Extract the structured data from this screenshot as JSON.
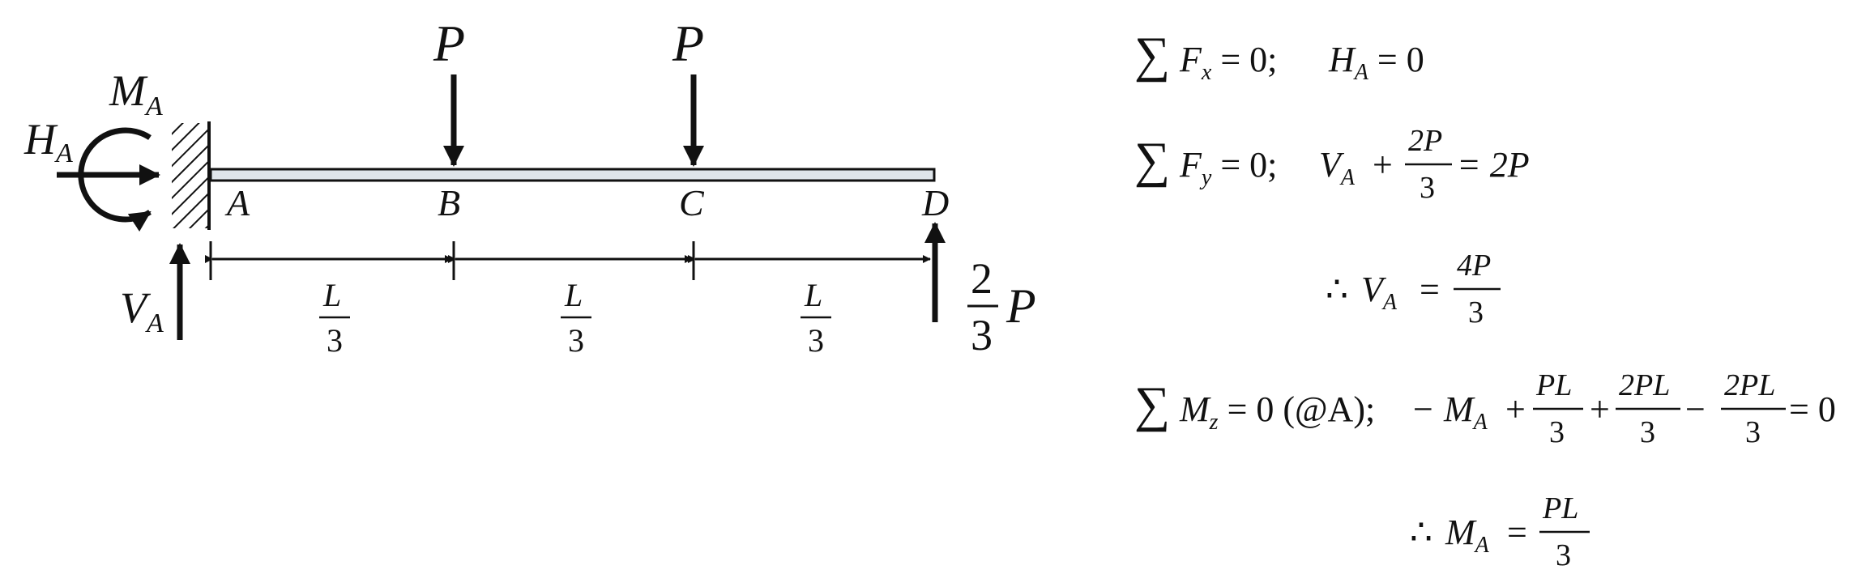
{
  "diagram": {
    "points": {
      "A": "A",
      "B": "B",
      "C": "C",
      "D": "D"
    },
    "loads": {
      "P_at_B": "P",
      "P_at_C": "P"
    },
    "reactions": {
      "H_A": {
        "main": "H",
        "sub": "A"
      },
      "V_A": {
        "main": "V",
        "sub": "A"
      },
      "M_A": {
        "main": "M",
        "sub": "A"
      },
      "D_reaction": {
        "num": "2",
        "den": "3",
        "var": "P"
      }
    },
    "spans": [
      {
        "num": "L",
        "den": "3"
      },
      {
        "num": "L",
        "den": "3"
      },
      {
        "num": "L",
        "den": "3"
      }
    ]
  },
  "equations": {
    "eq1": {
      "sigma": "∑",
      "var": "F",
      "sub": "x",
      "rest1": " = 0;",
      "h": "H",
      "hsub": "A",
      "rest2": " = 0"
    },
    "eq2": {
      "sigma": "∑",
      "var": "F",
      "sub": "y",
      "rest1": " = 0;",
      "v": "V",
      "vsub": "A",
      "plus": "+",
      "frac_num": "2P",
      "frac_den": "3",
      "rhs": "= 2P"
    },
    "eq3": {
      "therefore": "∴",
      "v": "V",
      "vsub": "A",
      "eq": "=",
      "frac_num": "4P",
      "frac_den": "3"
    },
    "eq4": {
      "sigma": "∑",
      "var": "M",
      "sub": "z",
      "rest1": " = 0 (@A);",
      "minus": "−",
      "m": "M",
      "msub": "A",
      "plus1": "+",
      "f1_num": "PL",
      "f1_den": "3",
      "plus2": "+",
      "f2_num": "2PL",
      "f2_den": "3",
      "minus2": "−",
      "f3_num": "2PL",
      "f3_den": "3",
      "rhs": "= 0"
    },
    "eq5": {
      "therefore": "∴",
      "m": "M",
      "msub": "A",
      "eq": "=",
      "frac_num": "PL",
      "frac_den": "3"
    }
  }
}
